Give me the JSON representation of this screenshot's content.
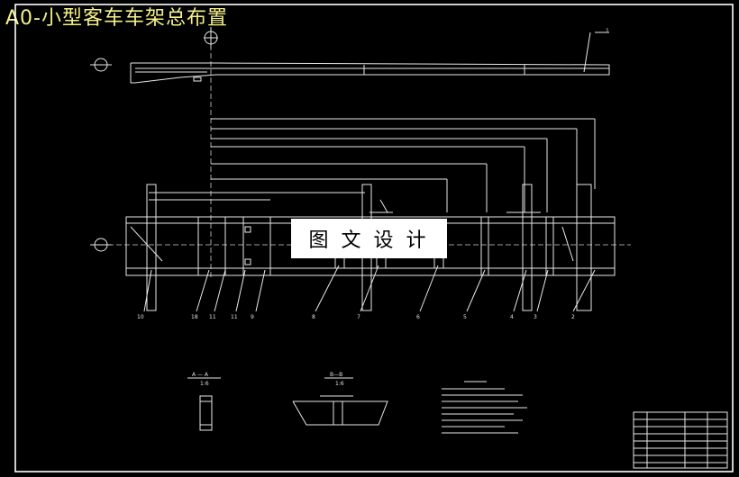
{
  "title": "A0-小型客车车架总布置",
  "stamp": "图文设计",
  "section_aa": {
    "label": "A — A",
    "scale": "1:6"
  },
  "section_bb": {
    "label": "B—B",
    "scale": "1:6"
  },
  "part_numbers": [
    "10",
    "18",
    "11",
    "11",
    "9",
    "8",
    "7",
    "6",
    "5",
    "4",
    "3",
    "2",
    "1"
  ],
  "colors": {
    "background": "#000000",
    "lines": "#e8e8e8",
    "title": "#f5f088",
    "border": "#ffffff"
  }
}
